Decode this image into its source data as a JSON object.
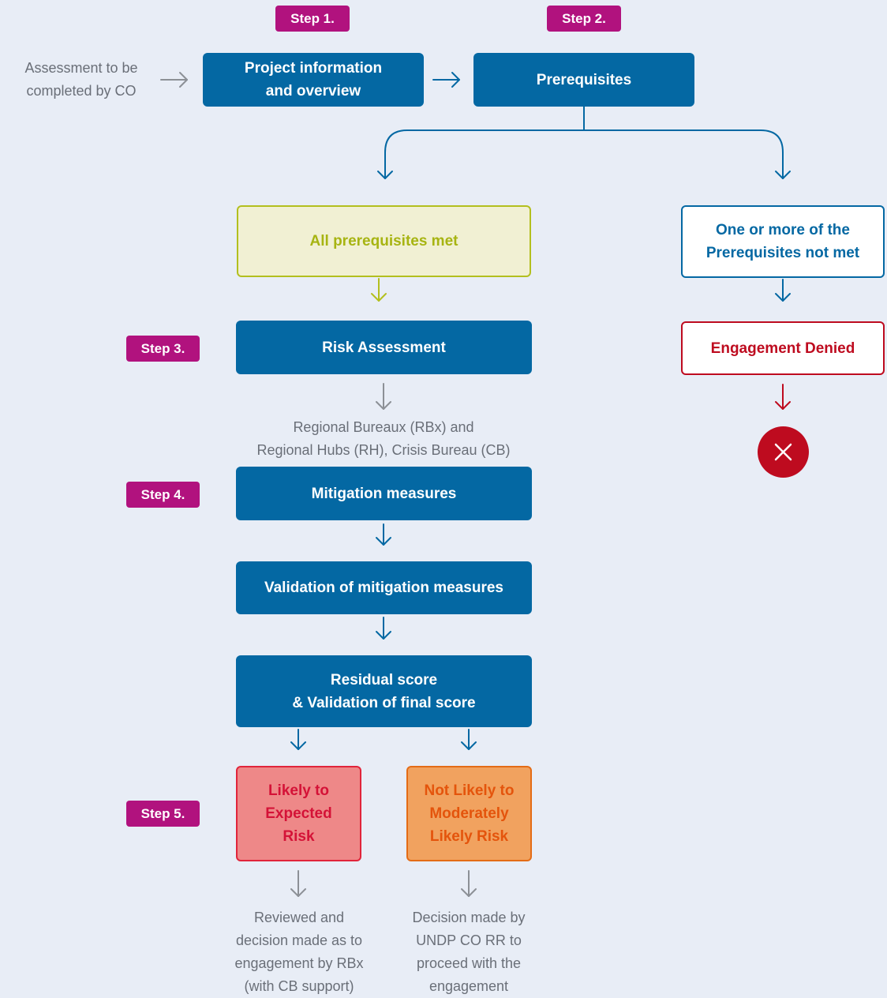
{
  "steps": {
    "step1": "Step 1.",
    "step2": "Step 2.",
    "step3": "Step 3.",
    "step4": "Step 4.",
    "step5": "Step 5."
  },
  "intro_note": [
    "Assessment to be",
    "completed by CO"
  ],
  "boxes": {
    "project_info": [
      "Project information",
      "and overview"
    ],
    "prerequisites": "Prerequisites",
    "all_met": "All prerequisites met",
    "not_met": [
      "One or more of the",
      "Prerequisites not met"
    ],
    "engagement_denied": "Engagement Denied",
    "risk_assessment": "Risk Assessment",
    "mitigation": "Mitigation measures",
    "validation": "Validation of mitigation measures",
    "residual": [
      "Residual score",
      "& Validation of final score"
    ],
    "likely": [
      "Likely to",
      "Expected",
      "Risk"
    ],
    "not_likely": [
      "Not Likely to",
      "Moderately",
      "Likely Risk"
    ]
  },
  "notes": {
    "regional": [
      "Regional Bureaux (RBx) and",
      "Regional Hubs (RH), Crisis Bureau (CB)"
    ],
    "reviewed": [
      "Reviewed and",
      "decision made as to",
      "engagement by RBx",
      "(with CB support)"
    ],
    "decision": [
      "Decision made by",
      "UNDP CO RR to",
      "proceed with the",
      "engagement"
    ]
  },
  "colors": {
    "background": "#e8edf6",
    "blue": "#0468a3",
    "magenta": "#b1127e",
    "green_fill": "#f1f0d3",
    "green": "#b3bf1e",
    "red": "#be0b1f",
    "pink_fill": "#ee8888",
    "pink_border": "#e1243a",
    "pink_text": "#d41237",
    "orange_fill": "#f1a25f",
    "orange_border": "#e46c16",
    "orange_text": "#e4540c",
    "gray": "#8c9096"
  },
  "icons": {
    "deny": "close-x-icon"
  }
}
